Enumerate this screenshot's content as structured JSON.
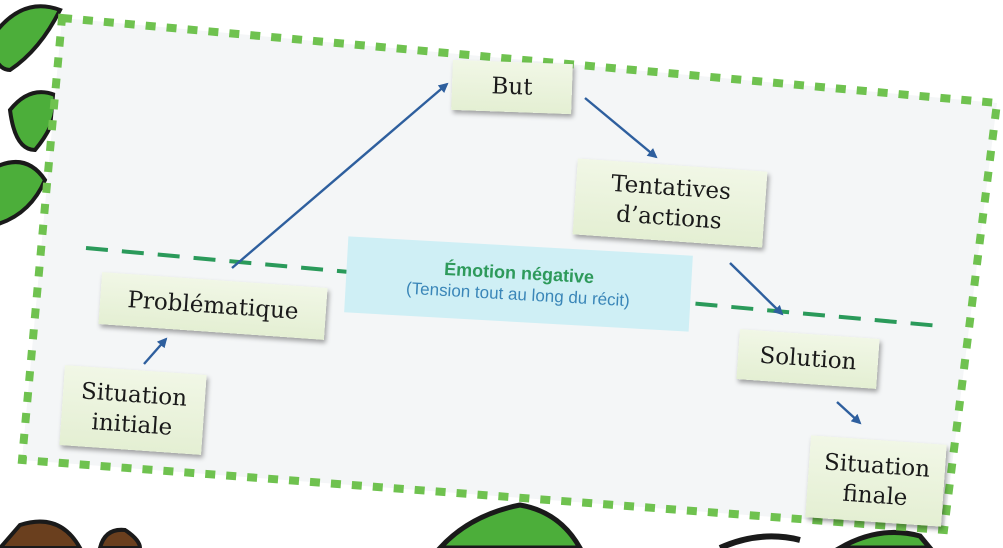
{
  "colors": {
    "frame_border": "#6fc24f",
    "frame_fill": "#f4f6f7",
    "node_fill": "#e9f2dc",
    "arrow": "#2e5f9e",
    "dash_line": "#2a9a5a",
    "emotion_fill": "#cfeff5",
    "emotion_title": "#2e9a5b",
    "emotion_sub": "#3a86b8",
    "leaf": "#4cae3a",
    "trunk": "#6a3f1e"
  },
  "nodes": {
    "but": "But",
    "tentatives": "Tentatives d’actions",
    "problematique": "Problématique",
    "situation_initiale": "Situation initiale",
    "solution": "Solution",
    "situation_finale": "Situation finale"
  },
  "emotion": {
    "title": "Émotion négative",
    "subtitle": "(Tension tout au long du récit)"
  }
}
